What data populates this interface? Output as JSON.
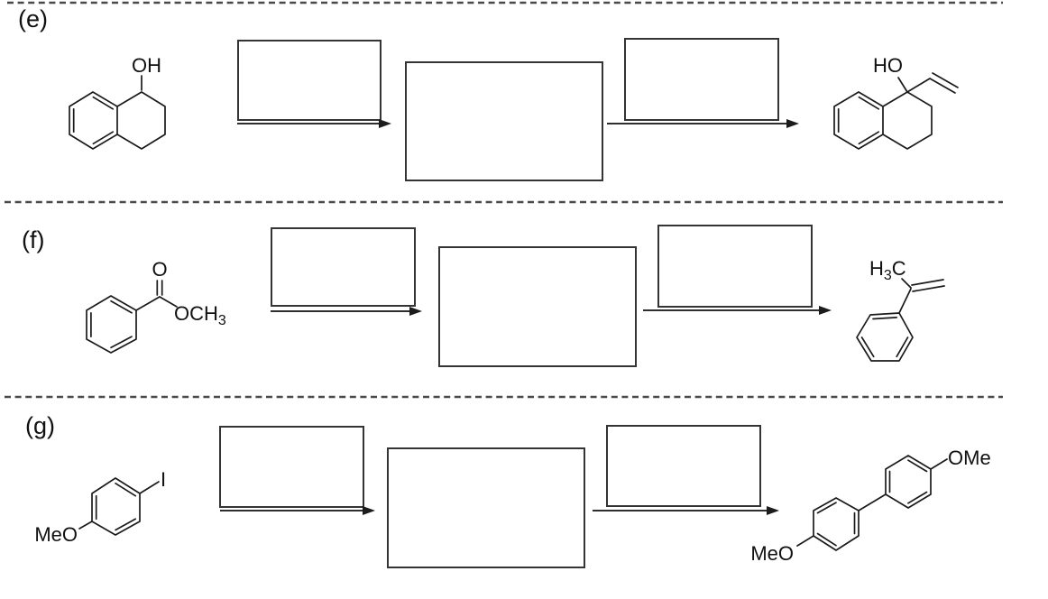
{
  "colors": {
    "bond": "#1a1a1a",
    "box_border": "#343434",
    "separator": "#4a4a4a",
    "background": "#ffffff"
  },
  "rows": [
    {
      "id": "e",
      "label": "(e)",
      "reactant_labels": {
        "oh": "OH"
      },
      "product_labels": {
        "ho": "HO"
      }
    },
    {
      "id": "f",
      "label": "(f)",
      "reactant_labels": {
        "o": "O",
        "och": "OCH",
        "och_sub": "3"
      },
      "product_labels": {
        "h": "H",
        "h_sub": "3",
        "c": "C"
      }
    },
    {
      "id": "g",
      "label": "(g)",
      "reactant_labels": {
        "i": "I",
        "meo": "MeO"
      },
      "product_labels": {
        "meo": "MeO",
        "ome": "OMe"
      }
    }
  ]
}
